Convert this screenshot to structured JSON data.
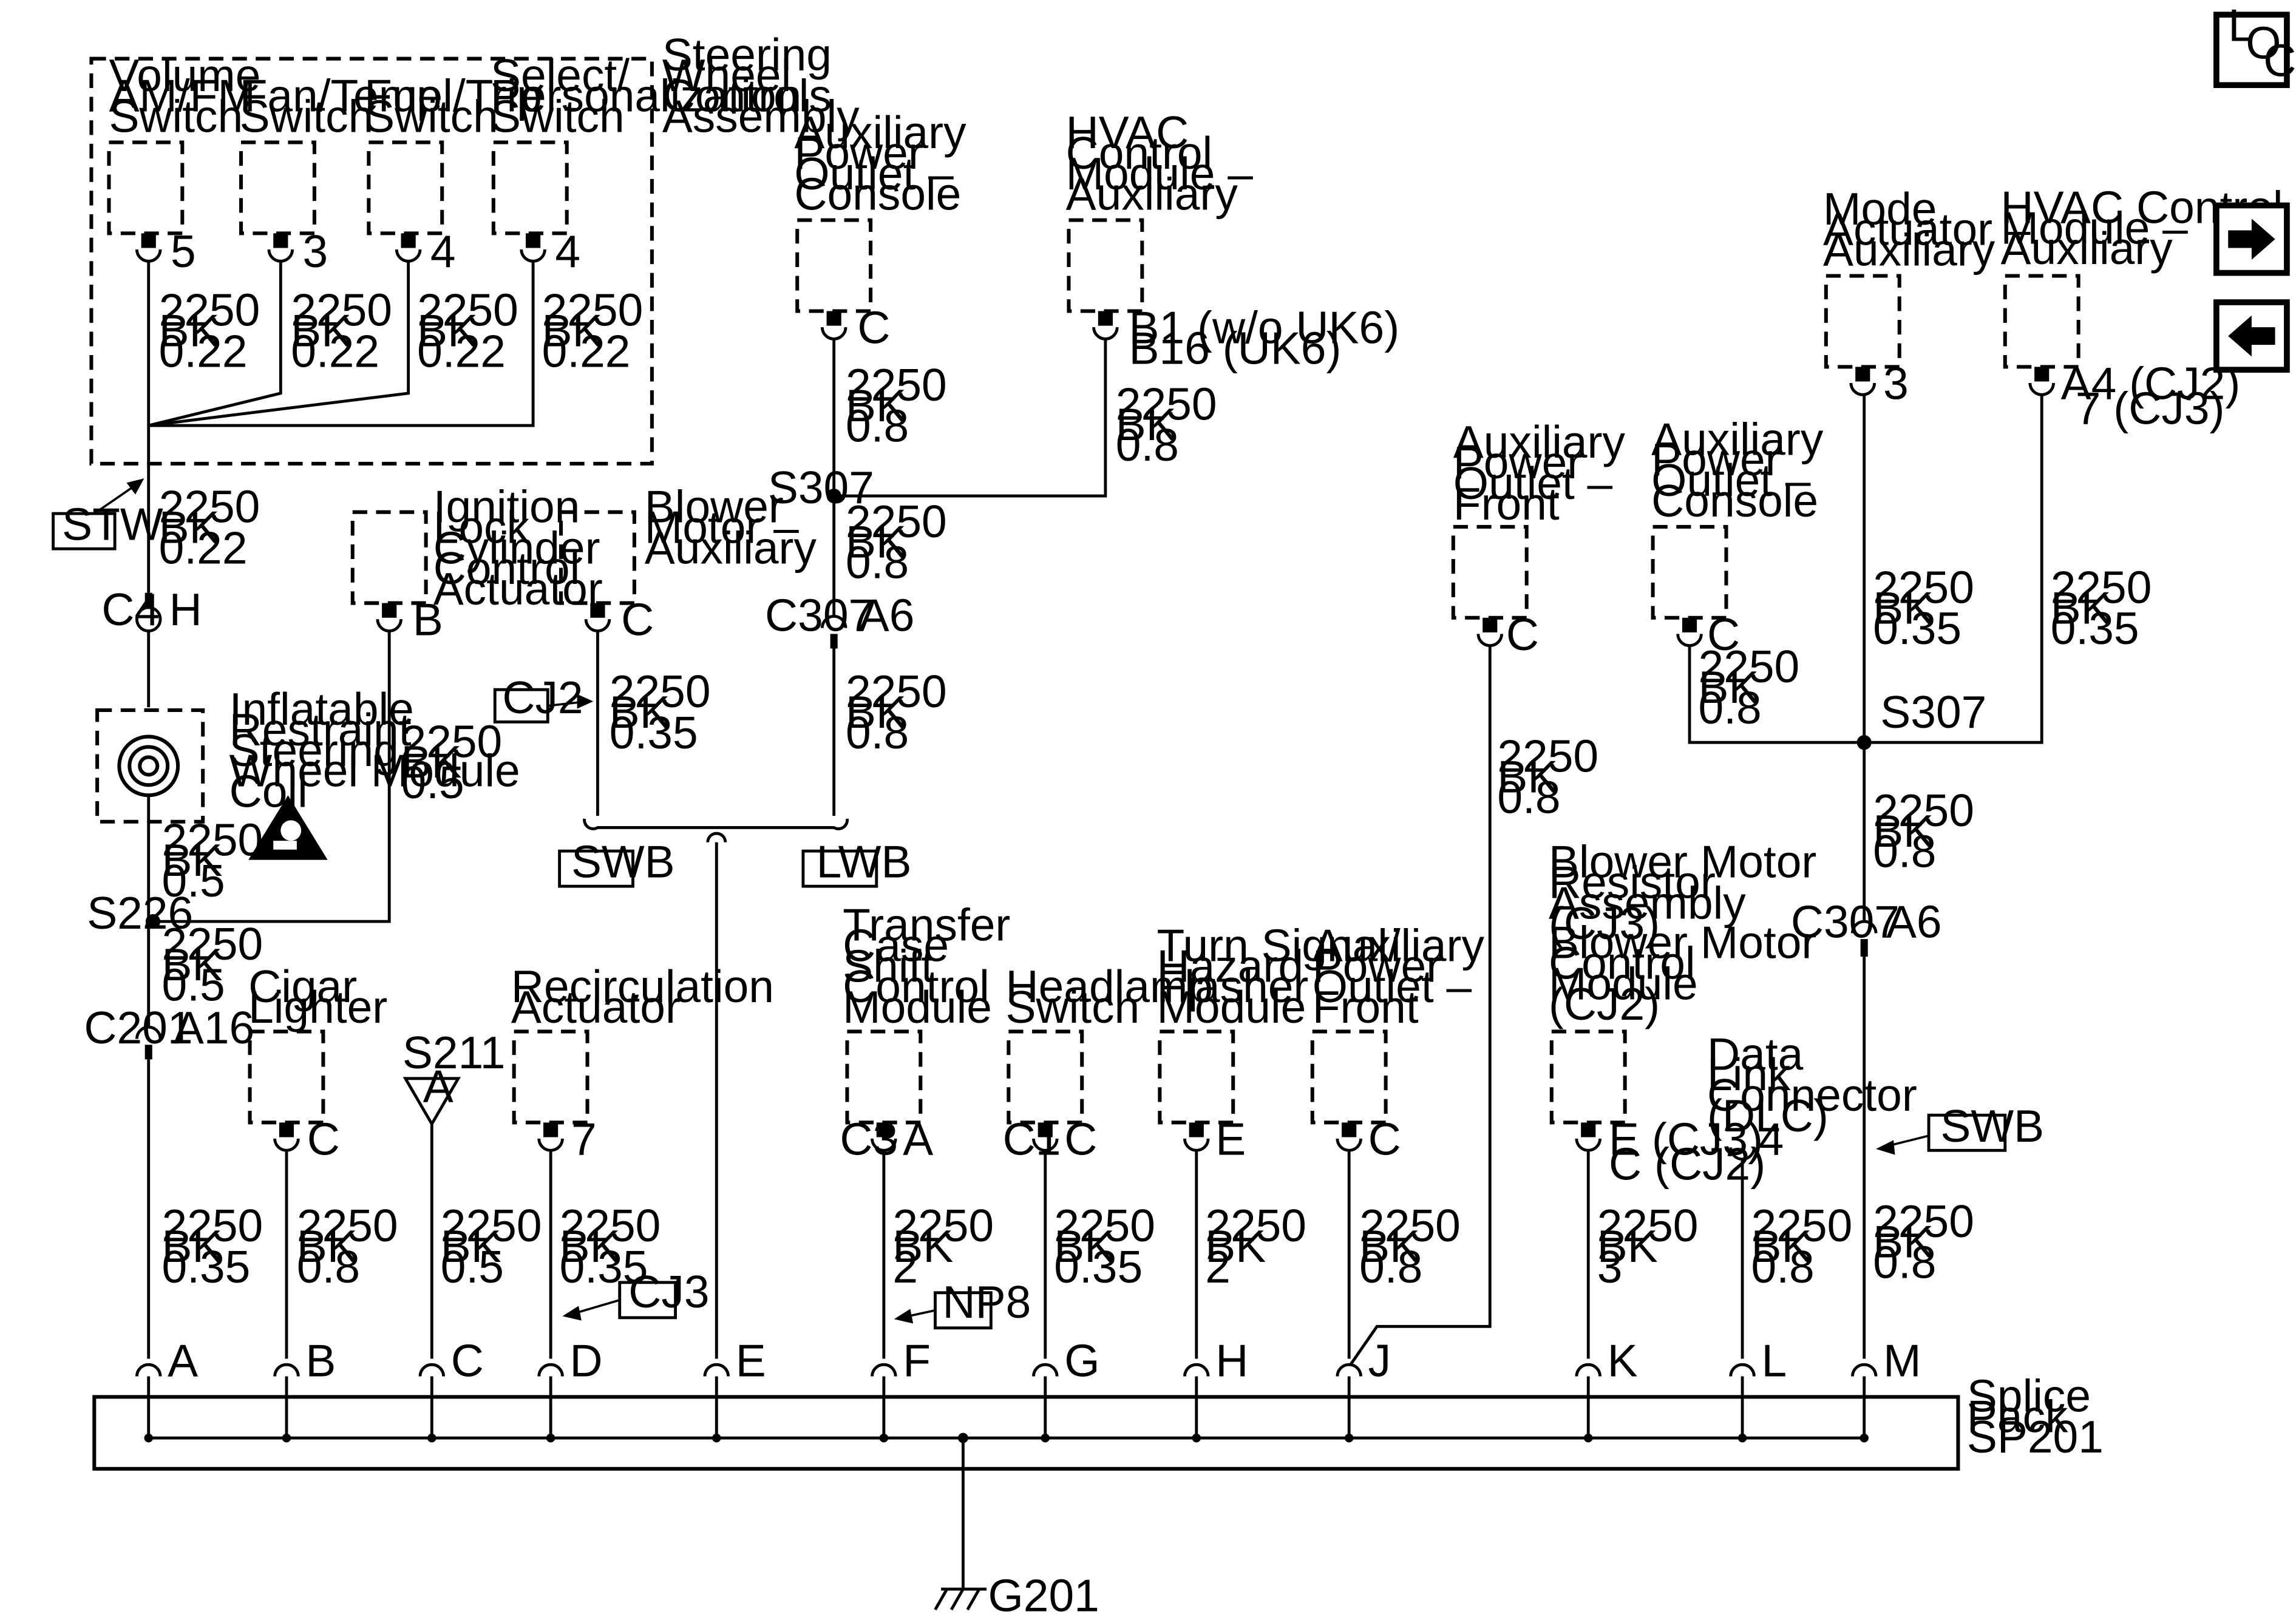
{
  "nav": {
    "loc_letters": [
      "L",
      "O",
      "C"
    ],
    "next_icon": "arrow-right-icon",
    "prev_icon": "arrow-left-icon"
  },
  "steering": {
    "assembly": [
      "Steering",
      "Wheel",
      "Controls",
      "Assembly"
    ],
    "switches": [
      {
        "name": [
          "Volume",
          "AM/FM",
          "Switch"
        ],
        "pin": "5",
        "wire": [
          "2250",
          "BK",
          "0.22"
        ]
      },
      {
        "name": [
          "Fan/Temp",
          "Switch"
        ],
        "pin": "3",
        "wire": [
          "2250",
          "BK",
          "0.22"
        ]
      },
      {
        "name": [
          "Fuel/Trip",
          "Switch"
        ],
        "pin": "4",
        "wire": [
          "2250",
          "BK",
          "0.22"
        ]
      },
      {
        "name": [
          "Select/",
          "Personalization",
          "Switch"
        ],
        "pin": "4",
        "wire": [
          "2250",
          "BK",
          "0.22"
        ]
      }
    ],
    "stw_tag": "STW",
    "wire_after": [
      "2250",
      "BK",
      "0.22"
    ],
    "c4": "C4",
    "c4_pin": "H"
  },
  "coil": {
    "name": [
      "Inflatable",
      "Restraint",
      "Steering",
      "Wheel Module",
      "Coil"
    ],
    "wire": [
      "2250",
      "BK",
      "0.5"
    ]
  },
  "ignition": {
    "name": [
      "Ignition",
      "Lock",
      "Cylinder",
      "Control",
      "Actuator"
    ],
    "pin": "B",
    "wire": [
      "2250",
      "BK",
      "0.5"
    ]
  },
  "blower_aux": {
    "name": [
      "Blower",
      "Motor –",
      "Auxiliary"
    ],
    "pin": "C",
    "wire": [
      "2250",
      "BK",
      "0.35"
    ],
    "tag": "CJ2"
  },
  "s226": "S226",
  "s226_wire": [
    "2250",
    "BK",
    "0.5"
  ],
  "c201": "C201",
  "c201_pin": "A16",
  "c201_wire": [
    "2250",
    "BK",
    "0.35"
  ],
  "swb_tag": "SWB",
  "lwb_tag": "LWB",
  "aux_console_top": {
    "name": [
      "Auxiliary",
      "Power",
      "Outlet –",
      "Console"
    ],
    "pin": "C",
    "wire": [
      "2250",
      "BK",
      "0.8"
    ]
  },
  "hvac_aux_top": {
    "name": [
      "HVAC",
      "Control",
      "Module –",
      "Auxiliary"
    ],
    "pin1": "B1 (w/o UK6)",
    "pin2": "B16 (UK6)",
    "wire": [
      "2250",
      "BK",
      "0.8"
    ]
  },
  "s307_left": "S307",
  "s307_left_wire": [
    "2250",
    "BK",
    "0.8"
  ],
  "c307_left": "C307",
  "c307_left_pin": "A6",
  "c307_left_wire": [
    "2250",
    "BK",
    "0.8"
  ],
  "aux_front_right": {
    "name": [
      "Auxiliary",
      "Power",
      "Outlet –",
      "Front"
    ],
    "pin": "C",
    "wire": [
      "2250",
      "BK",
      "0.8"
    ]
  },
  "aux_console_right": {
    "name": [
      "Auxiliary",
      "Power",
      "Outlet –",
      "Console"
    ],
    "pin": "C",
    "wire": [
      "2250",
      "BK",
      "0.8"
    ]
  },
  "mode_actuator": {
    "name": [
      "Mode",
      "Actuator –",
      "Auxiliary"
    ],
    "pin": "3",
    "wire": [
      "2250",
      "BK",
      "0.35"
    ]
  },
  "hvac_aux_right": {
    "name": [
      "HVAC Control",
      "Module –",
      "Auxiliary"
    ],
    "pin1": "A4 (CJ2)",
    "pin2": "7 (CJ3)",
    "wire": [
      "2250",
      "BK",
      "0.35"
    ]
  },
  "s307_right": "S307",
  "s307_right_wire": [
    "2250",
    "BK",
    "0.8"
  ],
  "c307_right": "C307",
  "c307_right_pin": "A6",
  "swb_tag2": "SWB",
  "m_wire": [
    "2250",
    "BK",
    "0.8"
  ],
  "bottom": [
    {
      "name": [
        "Cigar",
        "Lighter"
      ],
      "pin": "C",
      "wire": [
        "2250",
        "BK",
        "0.8"
      ]
    },
    {
      "name": [
        "S211"
      ],
      "pin": "A",
      "wire": [
        "2250",
        "BK",
        "0.5"
      ]
    },
    {
      "name": [
        "Recirculation",
        "Actuator"
      ],
      "pin": "7",
      "wire": [
        "2250",
        "BK",
        "0.35"
      ],
      "tag": "CJ3"
    },
    {
      "name": [
        "Transfer",
        "Case",
        "Shift",
        "Control",
        "Module"
      ],
      "conn": "C3",
      "pin": "A",
      "wire": [
        "2250",
        "BK",
        "2"
      ],
      "tag": "NP8"
    },
    {
      "name": [
        "Headlamp",
        "Switch"
      ],
      "conn": "C1",
      "pin": "C",
      "wire": [
        "2250",
        "BK",
        "0.35"
      ]
    },
    {
      "name": [
        "Turn Signal/",
        "Hazard",
        "Flasher",
        "Module"
      ],
      "pin": "E",
      "wire": [
        "2250",
        "BK",
        "2"
      ]
    },
    {
      "name": [
        "Auxiliary",
        "Power",
        "Outlet –",
        "Front"
      ],
      "pin": "C",
      "wire": [
        "2250",
        "BK",
        "0.8"
      ]
    },
    {
      "name": [
        "Blower Motor",
        "Resistor",
        "Assembly",
        "(CJ3)",
        "Blower Motor",
        "Control",
        "Module",
        "(CJ2)"
      ],
      "pin1": "E (CJ3)",
      "pin2": "C (CJ2)",
      "wire": [
        "2250",
        "BK",
        "3"
      ]
    },
    {
      "name": [
        "Data",
        "Link",
        "Connector",
        "(DLC)"
      ],
      "pin": "4",
      "wire": [
        "2250",
        "BK",
        "0.8"
      ]
    }
  ],
  "splice": {
    "name": [
      "Splice",
      "Pack",
      "SP201"
    ],
    "pins": [
      "A",
      "B",
      "C",
      "D",
      "E",
      "F",
      "G",
      "H",
      "J",
      "K",
      "L",
      "M"
    ]
  },
  "ground": "G201"
}
